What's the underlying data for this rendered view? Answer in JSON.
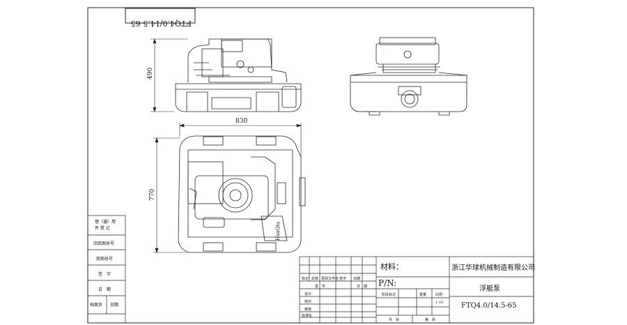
{
  "drawing": {
    "code_box_mirrored": "FTQ4.0/14.5-65",
    "dimensions": {
      "height": "490",
      "width": "830",
      "depth": "770"
    }
  },
  "side_table": {
    "rows": [
      {
        "line1": "借（通）用",
        "line2": "件 登 记"
      },
      {
        "line1": "旧底图总号"
      },
      {
        "line1": "底图总号"
      },
      {
        "line1": "签　字"
      },
      {
        "line1": "日　期"
      }
    ],
    "archive_label": "档案员",
    "archive_date": "日期"
  },
  "title_block": {
    "material_label": "材料：",
    "company": "浙江华球机械制造有限公司",
    "pn_label": "P/N:",
    "product_name": "浮艇泵",
    "model": "FTQ4.0/14.5-65",
    "revision_headers": [
      "标记",
      "处数",
      "更改文件名",
      "签字",
      "日期"
    ],
    "sign_label": "签　字",
    "date_label": "日　期",
    "roles": [
      "设计",
      "校对",
      "审核",
      "标准化"
    ],
    "stage_headers": [
      "阶段标记",
      "重量",
      "比例"
    ],
    "scale": "1:10",
    "sheet_total": "共　张",
    "sheet_no": "第　张"
  }
}
